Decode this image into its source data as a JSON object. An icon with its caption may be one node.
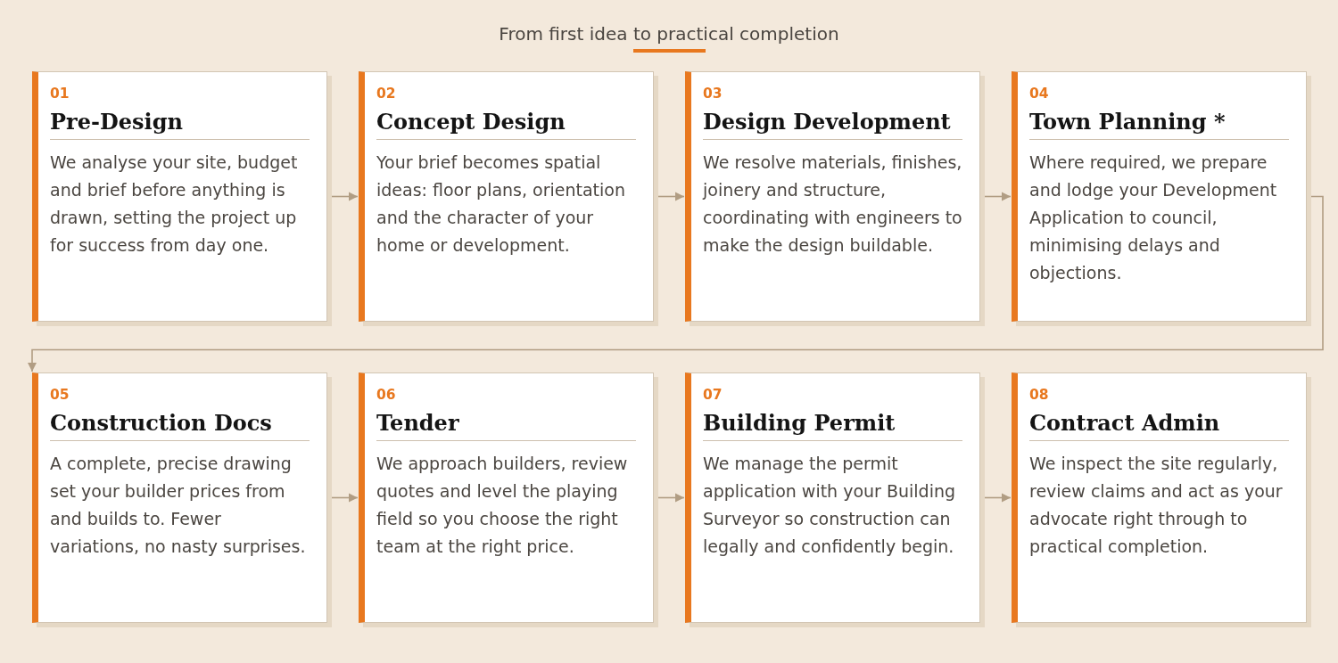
{
  "diagram": {
    "title": "From first idea to practical completion",
    "nodes": [
      {
        "text": [
          "01",
          "Pre-Design",
          "We analyse your site, budget and brief before anything is drawn, setting the project up for success from day one."
        ]
      },
      {
        "text": [
          "02",
          "Concept Design",
          "Your brief becomes spatial ideas: floor plans, orientation and the character of your home or development."
        ]
      },
      {
        "text": [
          "03",
          "Design Development",
          "We resolve materials, finishes, joinery and structure, coordinating with engineers to make the design buildable."
        ]
      },
      {
        "text": [
          "04",
          "Town Planning *",
          "Where required, we prepare and lodge your Development Application to council, minimising delays and objections."
        ]
      },
      {
        "text": [
          "05",
          "Construction Docs",
          "A complete, precise drawing set your builder prices from and builds to. Fewer variations, no nasty surprises."
        ]
      },
      {
        "text": [
          "06",
          "Tender",
          "We approach builders, review quotes and level the playing field so you choose the right team at the right price."
        ]
      },
      {
        "text": [
          "07",
          "Building Permit",
          "We manage the permit application with your Building Surveyor so construction can legally and confidently begin."
        ]
      },
      {
        "text": [
          "08",
          "Contract Admin",
          "We inspect the site regularly, review claims and act as your advocate right through to practical completion."
        ]
      }
    ],
    "edges": [
      {
        "from": 0,
        "to": 1,
        "arrow": "to"
      },
      {
        "from": 1,
        "to": 2,
        "arrow": "to"
      },
      {
        "from": 2,
        "to": 3,
        "arrow": "to"
      },
      {
        "from": 3,
        "to": 4,
        "arrow": "to"
      },
      {
        "from": 4,
        "to": 5,
        "arrow": "to"
      },
      {
        "from": 5,
        "to": 6,
        "arrow": "to"
      },
      {
        "from": 6,
        "to": 7,
        "arrow": "to"
      }
    ]
  }
}
